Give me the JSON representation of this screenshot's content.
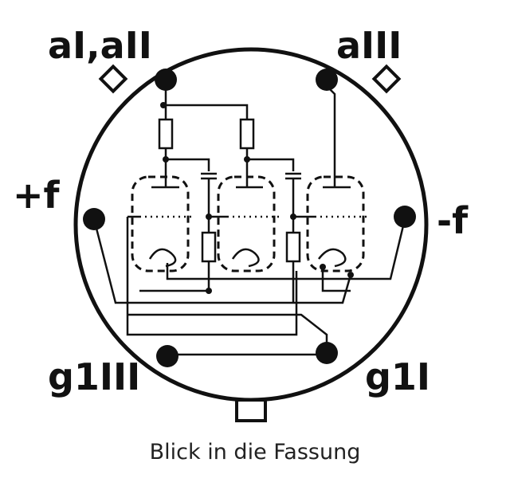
{
  "labels": {
    "top_left": "aI,aII",
    "top_right": "aIII",
    "left": "+f",
    "right": "-f",
    "bottom_left": "g1III",
    "bottom_right": "g1I"
  },
  "caption": "Blick in die Fassung",
  "colors": {
    "ink": "#111111",
    "background": "#ffffff"
  }
}
